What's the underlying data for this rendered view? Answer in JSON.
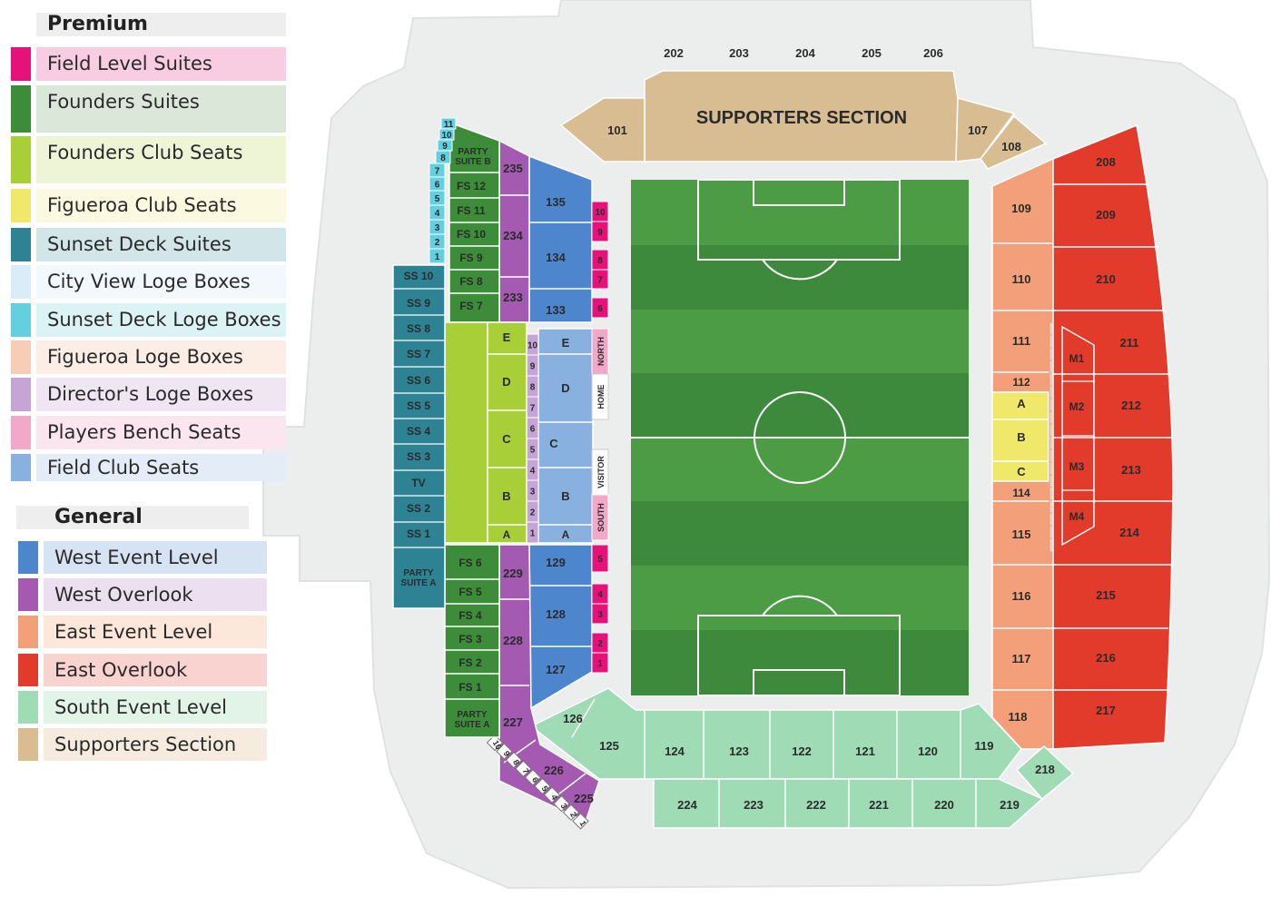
{
  "legend": {
    "premium": {
      "title": "Premium",
      "items": [
        {
          "label": "Field Level Suites",
          "color": "#e6127a",
          "bg": "#f8cde2"
        },
        {
          "label": "Founders Suites",
          "color": "#3c8c3a",
          "bg": "#dbe8d9"
        },
        {
          "label": "Founders Club Seats",
          "color": "#a9cf38",
          "bg": "#eef5d7"
        },
        {
          "label": "Figueroa Club Seats",
          "color": "#efe86a",
          "bg": "#fbf9e0"
        },
        {
          "label": "Sunset Deck Suites",
          "color": "#2d8393",
          "bg": "#d2e6ea"
        },
        {
          "label": "City View Loge Boxes",
          "color": "#d9ecf8",
          "bg": "#f2f8fc"
        },
        {
          "label": "Sunset Deck Loge Boxes",
          "color": "#63cfdf",
          "bg": "#dcf3f6"
        },
        {
          "label": "Figueroa Loge Boxes",
          "color": "#f8cdb5",
          "bg": "#fcede5"
        },
        {
          "label": "Director's Loge Boxes",
          "color": "#c7a4d6",
          "bg": "#efe5f3"
        },
        {
          "label": "Players Bench Seats",
          "color": "#f3a7c9",
          "bg": "#fbe6ef"
        },
        {
          "label": "Field Club Seats",
          "color": "#89b1df",
          "bg": "#e3ecf7"
        }
      ]
    },
    "general": {
      "title": "General",
      "items": [
        {
          "label": "West Event Level",
          "color": "#4d86cc",
          "bg": "#d6e3f3"
        },
        {
          "label": "West Overlook",
          "color": "#a35ab0",
          "bg": "#ecdff0"
        },
        {
          "label": "East Event Level",
          "color": "#f3a07a",
          "bg": "#fde6da"
        },
        {
          "label": "East Overlook",
          "color": "#e23b2b",
          "bg": "#f8d3cf"
        },
        {
          "label": "South Event Level",
          "color": "#9fdcb6",
          "bg": "#e2f3e8"
        },
        {
          "label": "Supporters Section",
          "color": "#d9bd90",
          "bg": "#f5ecdf"
        }
      ]
    }
  },
  "map": {
    "supporters_label": "SUPPORTERS SECTION",
    "top_labels": [
      "202",
      "203",
      "204",
      "205",
      "206"
    ],
    "sections": {
      "s101": "101",
      "s107": "107",
      "s108": "108",
      "s109": "109",
      "s110": "110",
      "s111": "111",
      "s112": "112",
      "sA": "A",
      "sB": "B",
      "sC": "C",
      "s114": "114",
      "s115": "115",
      "s116": "116",
      "s117": "117",
      "s118": "118",
      "s119": "119",
      "s208": "208",
      "s209": "209",
      "s210": "210",
      "s211": "211",
      "s212": "212",
      "s213": "213",
      "s214": "214",
      "s215": "215",
      "s216": "216",
      "s217": "217",
      "s218": "218",
      "m1": "M1",
      "m2": "M2",
      "m3": "M3",
      "m4": "M4",
      "s120": "120",
      "s121": "121",
      "s122": "122",
      "s123": "123",
      "s124": "124",
      "s125": "125",
      "s126": "126",
      "s219": "219",
      "s220": "220",
      "s221": "221",
      "s222": "222",
      "s223": "223",
      "s224": "224",
      "s127": "127",
      "s128": "128",
      "s129": "129",
      "s133": "133",
      "s134": "134",
      "s135": "135",
      "s225": "225",
      "s226": "226",
      "s227": "227",
      "s228": "228",
      "s229": "229",
      "s233": "233",
      "s234": "234",
      "s235": "235",
      "fs1": "FS 1",
      "fs2": "FS 2",
      "fs3": "FS 3",
      "fs4": "FS 4",
      "fs5": "FS 5",
      "fs6": "FS 6",
      "fs7": "FS 7",
      "fs8": "FS 8",
      "fs9": "FS 9",
      "fs10": "FS 10",
      "fs11": "FS 11",
      "fs12": "FS 12",
      "party_b_1": "PARTY",
      "party_b_2": "SUITE B",
      "party_a_1": "PARTY",
      "party_a_2": "SUITE A",
      "party_a2_1": "PARTY",
      "party_a2_2": "SUITE A",
      "ss1": "SS 1",
      "ss2": "SS 2",
      "tv": "TV",
      "ss3": "SS 3",
      "ss4": "SS 4",
      "ss5": "SS 5",
      "ss6": "SS 6",
      "ss7": "SS 7",
      "ss8": "SS 8",
      "ss9": "SS 9",
      "ss10": "SS 10",
      "fcA": "A",
      "fcB": "B",
      "fcC": "C",
      "fcD": "D",
      "fcE": "E",
      "fdA": "A",
      "fdB": "B",
      "fdC": "C",
      "fdD": "D",
      "fdE": "E",
      "north": "NORTH",
      "home": "HOME",
      "visitor": "VISITOR",
      "south": "SOUTH"
    },
    "loge_west": [
      "10",
      "9",
      "8",
      "7",
      "6",
      "5",
      "4",
      "3",
      "2",
      "1"
    ],
    "field_suites": [
      "10",
      "9",
      "8",
      "7",
      "6",
      "5",
      "4",
      "3",
      "2",
      "1"
    ],
    "city_view_boxes": [
      "11",
      "10",
      "9",
      "8",
      "7",
      "6",
      "5",
      "4",
      "3",
      "2",
      "1"
    ],
    "south_boxes": [
      "10",
      "9",
      "8",
      "7",
      "6",
      "5",
      "4",
      "3",
      "2",
      "1"
    ]
  }
}
